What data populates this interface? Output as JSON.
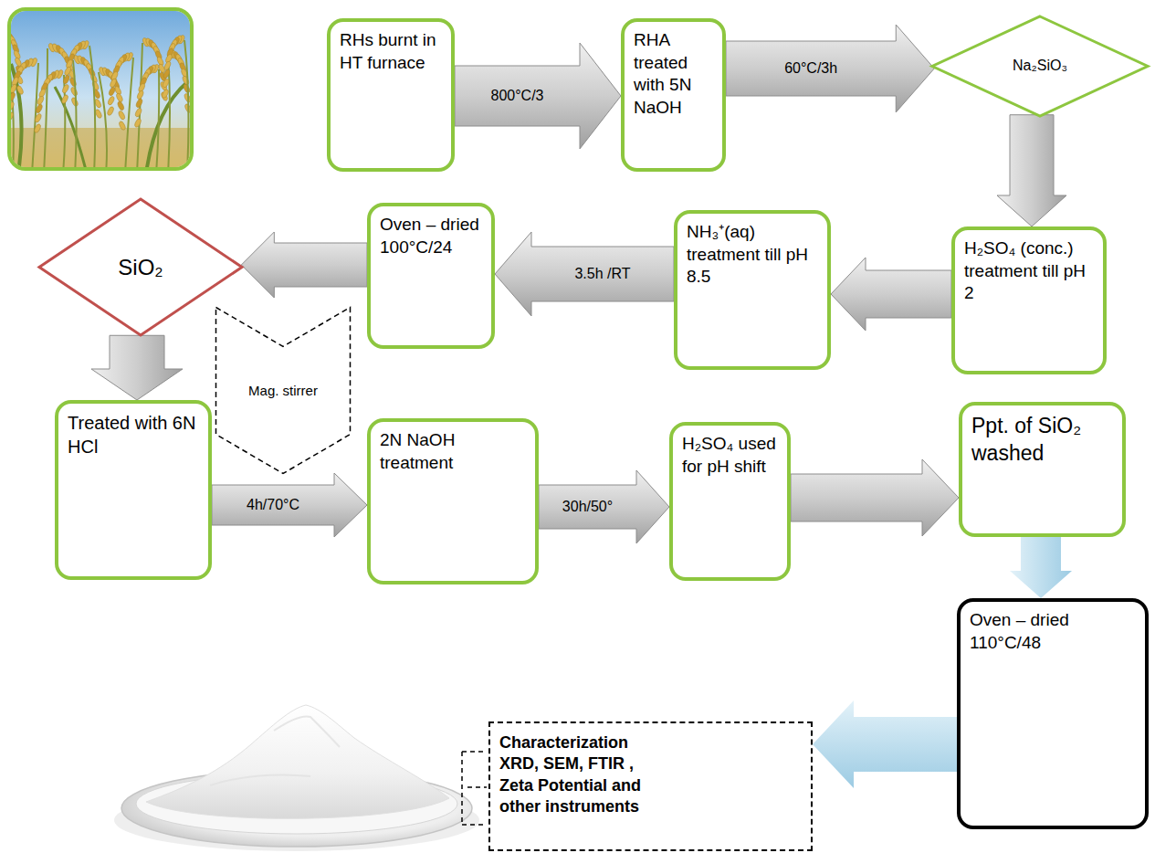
{
  "diagram": {
    "nodes": [
      {
        "text": [
          "RHs burnt in HT furnace"
        ]
      },
      {
        "text": [
          "RHA treated with 5N NaOH"
        ]
      },
      {
        "text": [
          "Na₂SiO₃"
        ]
      },
      {
        "text": [
          "H₂SO₄ (conc.) treatment till pH 2"
        ]
      },
      {
        "text": [
          "NH₃⁺(aq) treatment till pH 8.5"
        ]
      },
      {
        "text": [
          "Oven – dried 100°C/24"
        ]
      },
      {
        "text": [
          "SiO₂"
        ]
      },
      {
        "text": [
          "Treated with 6N HCl"
        ]
      },
      {
        "text": [
          "Mag. stirrer"
        ]
      },
      {
        "text": [
          "2N NaOH treatment"
        ]
      },
      {
        "text": [
          "H₂SO₄ used for pH shift"
        ]
      },
      {
        "text": [
          "Ppt. of SiO₂ washed"
        ]
      },
      {
        "text": [
          "Oven – dried 110°C/48"
        ]
      },
      {
        "text": [
          "Characterization XRD, SEM, FTIR , Zeta Potential and other instruments"
        ]
      }
    ],
    "edges": [
      {
        "from": 0,
        "to": 1,
        "label": "800°C/3",
        "arrow": "to"
      },
      {
        "from": 1,
        "to": 2,
        "label": "60°C/3h",
        "arrow": "to"
      },
      {
        "from": 2,
        "to": 3,
        "arrow": "to"
      },
      {
        "from": 3,
        "to": 4,
        "arrow": "to"
      },
      {
        "from": 4,
        "to": 5,
        "label": "3.5h /RT",
        "arrow": "to"
      },
      {
        "from": 5,
        "to": 6,
        "arrow": "to"
      },
      {
        "from": 6,
        "to": 7,
        "arrow": "to"
      },
      {
        "from": 7,
        "to": 9,
        "label": "4h/70°C",
        "arrow": "to"
      },
      {
        "from": 9,
        "to": 10,
        "label": "30h/50°",
        "arrow": "to"
      },
      {
        "from": 10,
        "to": 11,
        "arrow": "to"
      },
      {
        "from": 11,
        "to": 12,
        "arrow": "to"
      },
      {
        "from": 12,
        "to": 13,
        "arrow": "to"
      }
    ]
  }
}
